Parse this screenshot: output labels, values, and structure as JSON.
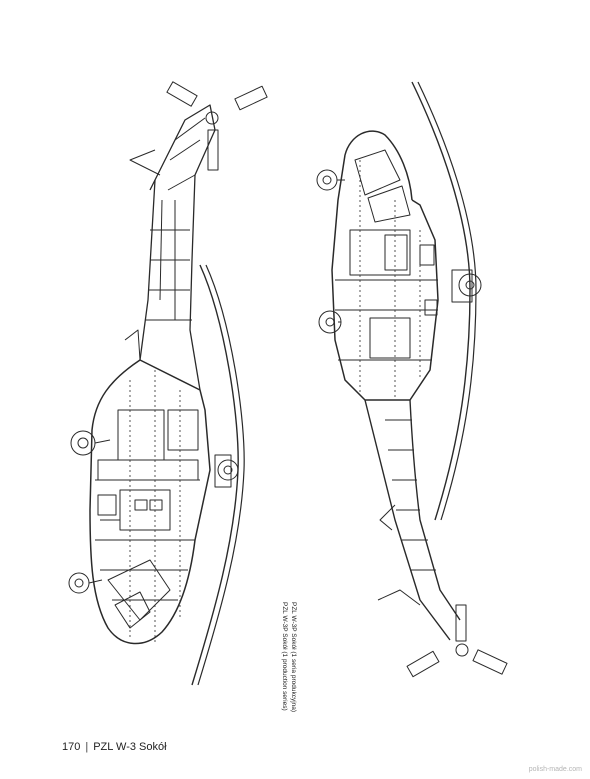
{
  "caption": {
    "line1": "PZL W-3P Sokół (1 seria produkcyjna)",
    "line2": "PZL W-3P Sokół (1 production series)"
  },
  "footer": {
    "page_number": "170",
    "separator": "|",
    "book_title": "PZL W-3 Sokół"
  },
  "watermark": "polish-made.com",
  "colors": {
    "line": "#2a2a2a",
    "paper": "#ffffff"
  }
}
